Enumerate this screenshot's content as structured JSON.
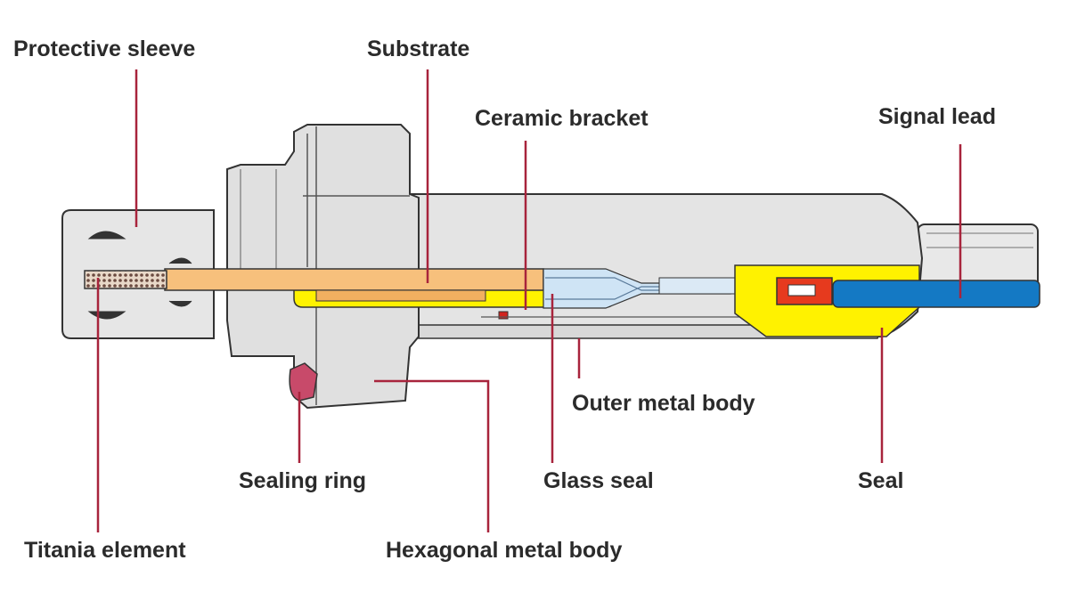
{
  "labels": {
    "protective_sleeve": "Protective sleeve",
    "substrate": "Substrate",
    "ceramic_bracket": "Ceramic bracket",
    "signal_lead": "Signal lead",
    "outer_metal_body": "Outer metal body",
    "sealing_ring": "Sealing ring",
    "glass_seal": "Glass seal",
    "seal": "Seal",
    "titania_element": "Titania element",
    "hexagonal_metal_body": "Hexagonal metal body"
  },
  "colors": {
    "metal": "#e2e2e2",
    "metal_dark": "#c4c4c4",
    "metal_edge": "#333333",
    "substrate": "#f7c07c",
    "seal": "#fff200",
    "glass": "#cfe4f5",
    "signal_lead": "#1479c4",
    "connector": "#e63a1e",
    "leader": "#a8243c",
    "element": "#7a5a50"
  }
}
